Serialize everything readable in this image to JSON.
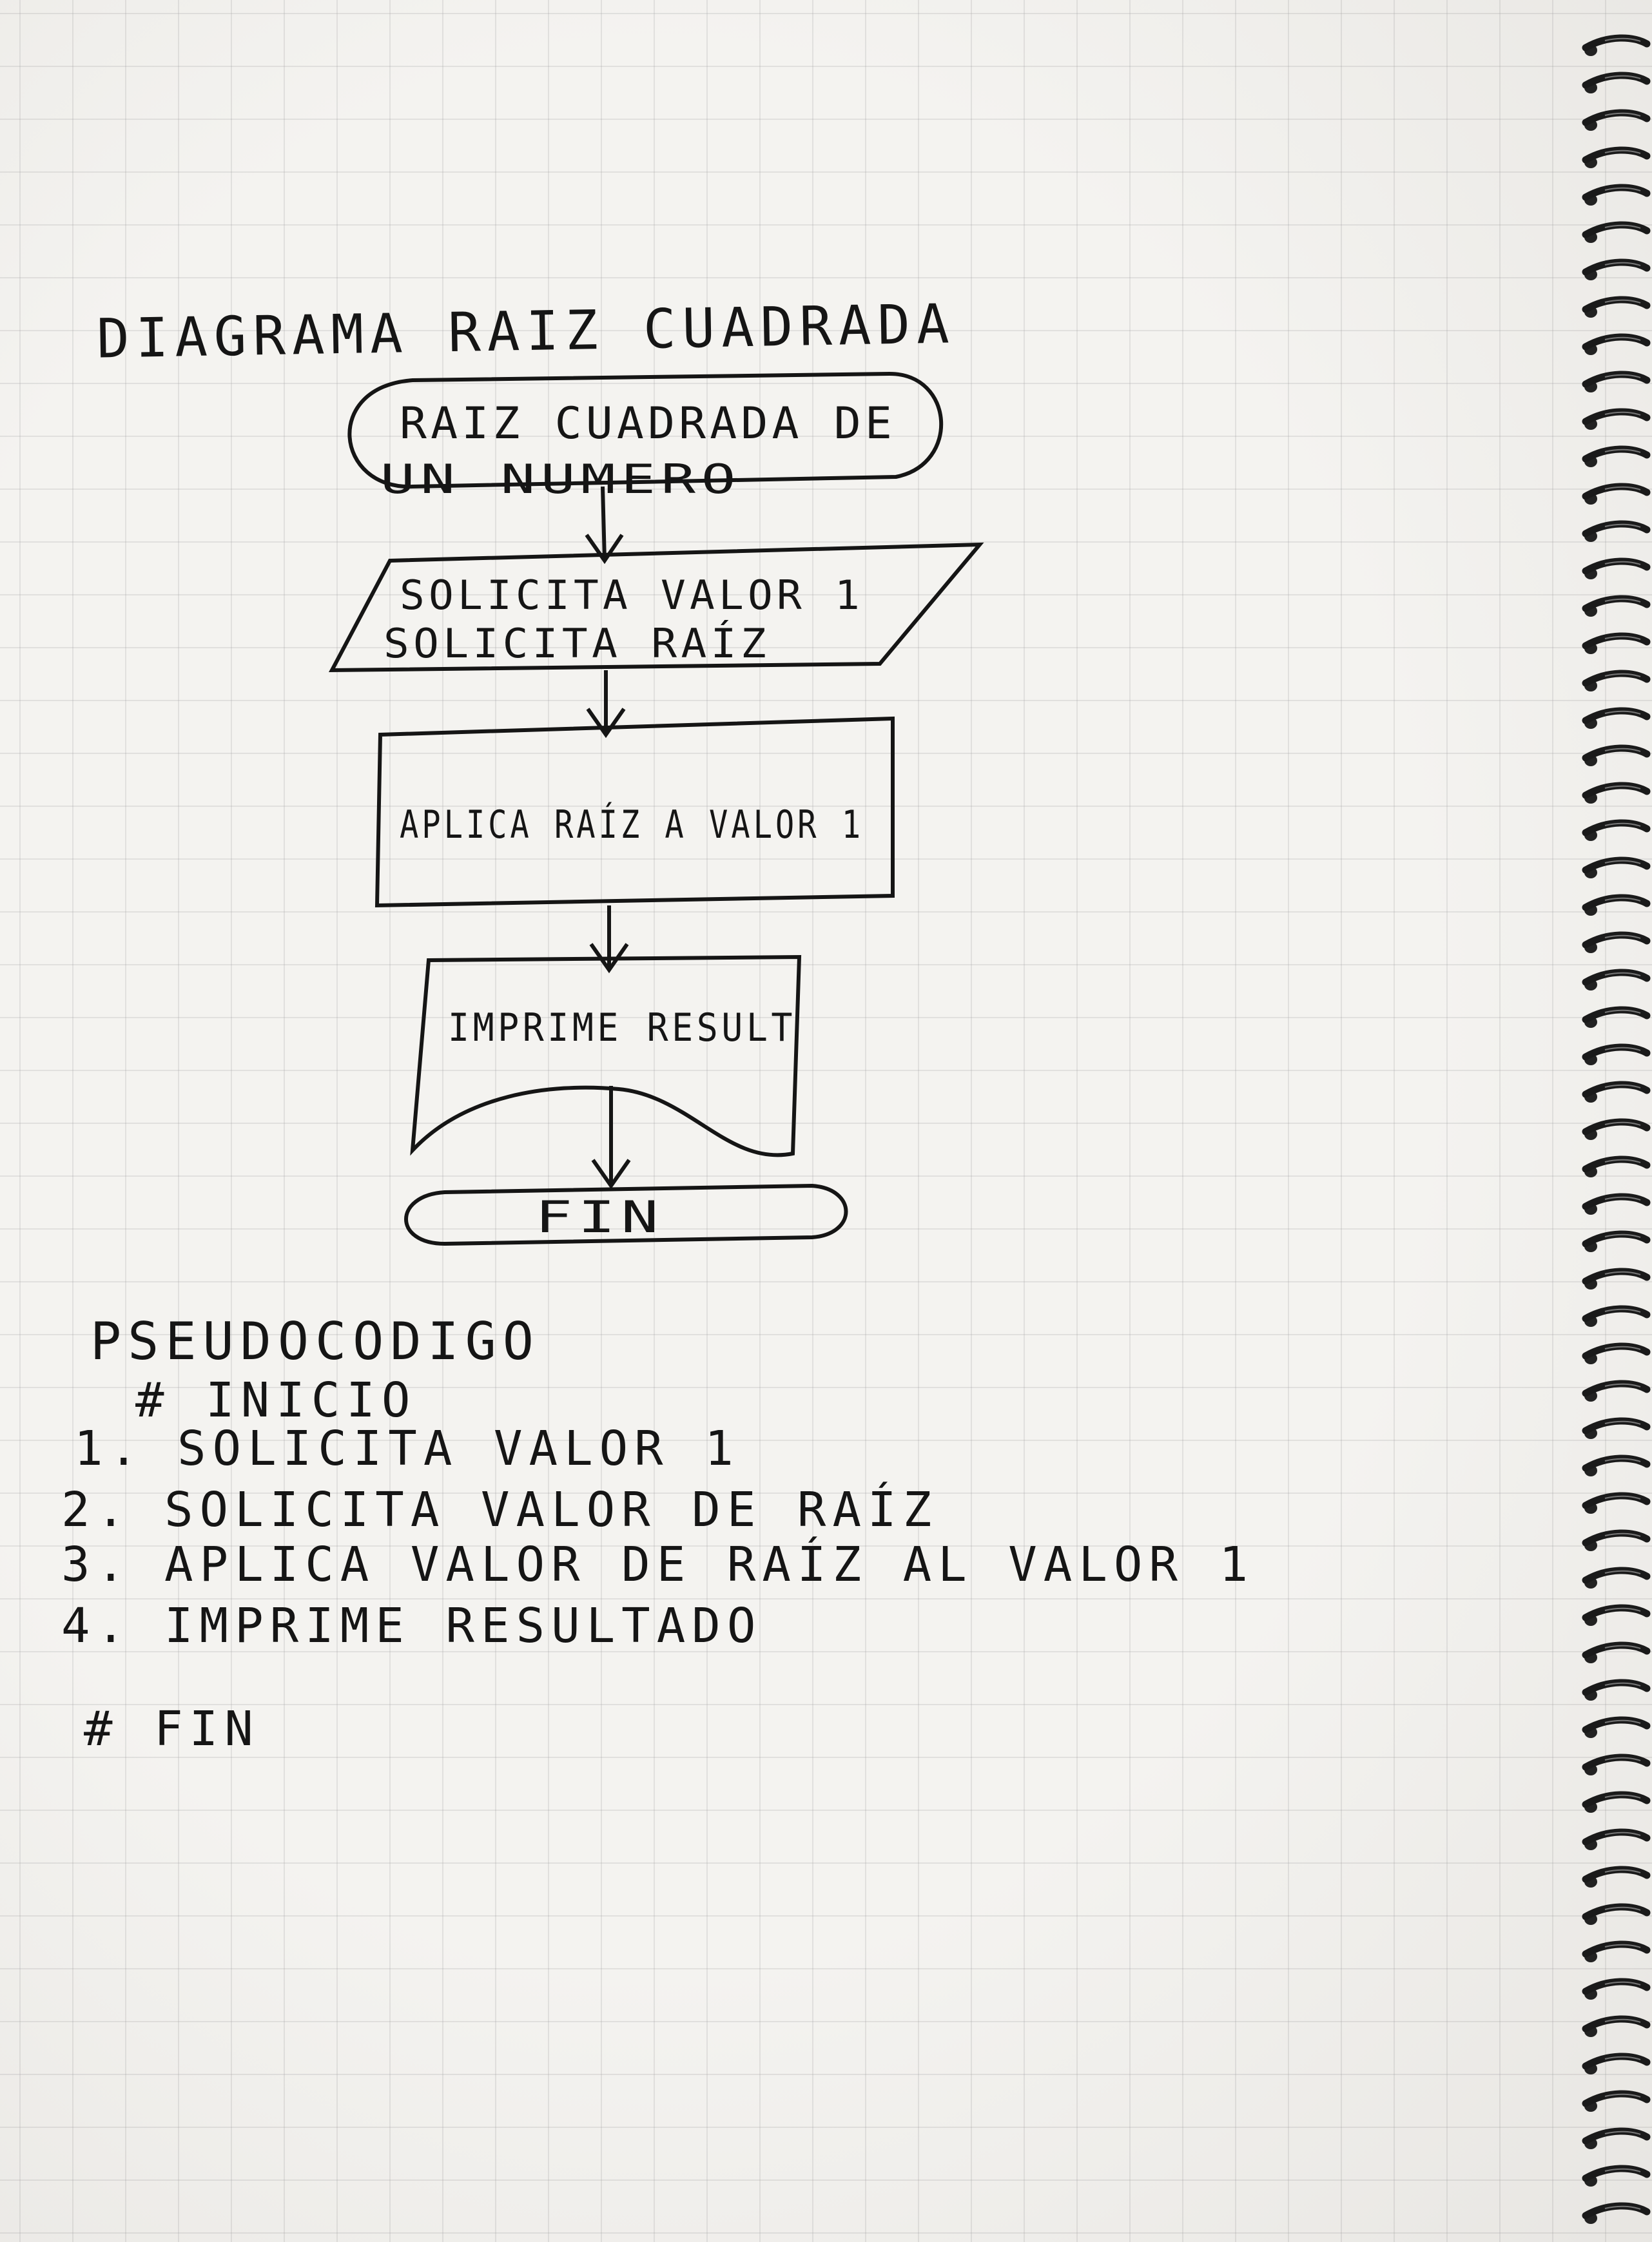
{
  "title": "DIAGRAMA RAIZ CUADRADA",
  "flowchart": {
    "start": {
      "line1": "RAIZ CUADRADA DE",
      "line2": "UN NUMERO"
    },
    "input": {
      "line1": "SOLICITA VALOR 1",
      "line2": "SOLICITA RAÍZ"
    },
    "process": {
      "label": "APLICA RAÍZ A VALOR 1"
    },
    "output": {
      "label": "IMPRIME RESULT"
    },
    "end": {
      "label": "FIN"
    }
  },
  "pseudocode": {
    "heading": "PSEUDOCODIGO",
    "start": "# INICIO",
    "steps": [
      {
        "num": "1.",
        "text": "SOLICITA VALOR 1"
      },
      {
        "num": "2.",
        "text": "SOLICITA VALOR DE RAÍZ"
      },
      {
        "num": "3.",
        "text": "APLICA VALOR DE RAÍZ AL VALOR 1"
      },
      {
        "num": "4.",
        "text": "IMPRIME RESULTADO"
      }
    ],
    "end": "# FIN"
  },
  "colors": {
    "ink": "#151515",
    "paper": "#f4f3f0",
    "grid": "#c8c8c8",
    "spiral": "#1a1a1a"
  }
}
